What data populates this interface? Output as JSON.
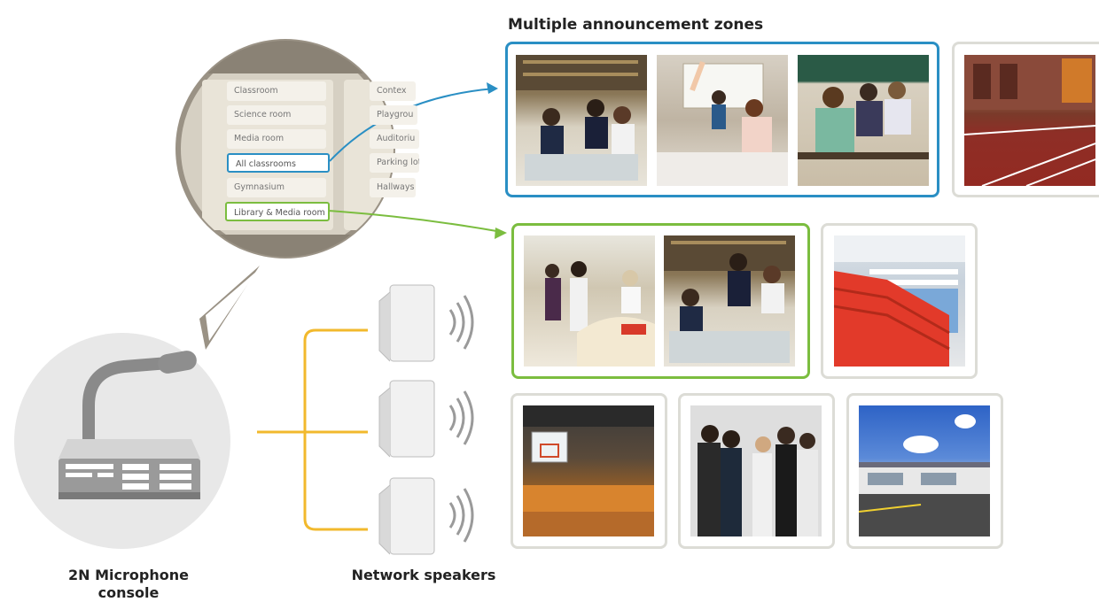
{
  "zones_title": "Multiple announcement zones",
  "console_caption": "2N Microphone console",
  "speakers_caption": "Network speakers",
  "zoom_menu": {
    "left_items": [
      "Classroom",
      "Science room",
      "Media room",
      "All classrooms",
      "Gymnasium",
      "Library & Media room"
    ],
    "right_items": [
      "Contex",
      "Playgrou",
      "Auditoriu",
      "Parking lot",
      "Hallways",
      ""
    ]
  },
  "colors": {
    "blue_zone": "#2a8fc4",
    "green_zone": "#7bbd3f",
    "grey_zone": "#dcdcd6",
    "wire": "#f2b92d",
    "console_circle": "#e6e6e6"
  },
  "photos": [
    {
      "id": "classroom-lab",
      "scene": "students at lab table"
    },
    {
      "id": "science-class",
      "scene": "students raising hands"
    },
    {
      "id": "classroom-desks",
      "scene": "students at desks"
    },
    {
      "id": "sports-court",
      "scene": "outdoor court"
    },
    {
      "id": "library-desk",
      "scene": "library counter"
    },
    {
      "id": "media-room",
      "scene": "students at computers"
    },
    {
      "id": "cafeteria",
      "scene": "stacked trays"
    },
    {
      "id": "gymnasium",
      "scene": "basketball gym"
    },
    {
      "id": "hallway",
      "scene": "students in hallway"
    },
    {
      "id": "school-exterior",
      "scene": "school building"
    }
  ]
}
